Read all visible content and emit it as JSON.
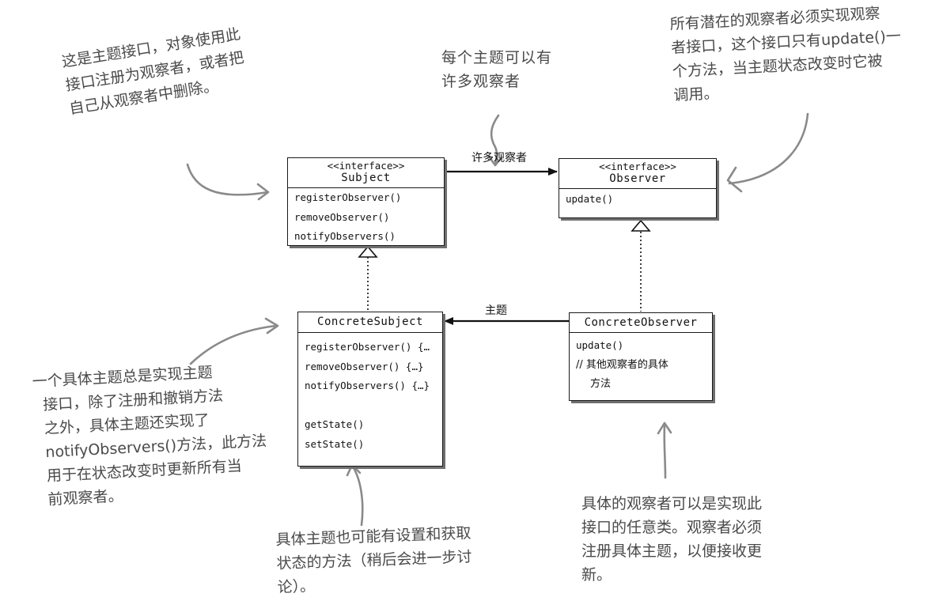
{
  "subject": {
    "stereotype": "<<interface>>",
    "name": "Subject",
    "methods": [
      "registerObserver()",
      "removeObserver()",
      "notifyObservers()"
    ]
  },
  "observer": {
    "stereotype": "<<interface>>",
    "name": "Observer",
    "methods": [
      "update()"
    ]
  },
  "concrete_subject": {
    "name": "ConcreteSubject",
    "methods": [
      "registerObserver() {…",
      "removeObserver() {…}",
      "notifyObservers() {…}",
      "getState()",
      "setState()"
    ]
  },
  "concrete_observer": {
    "name": "ConcreteObserver",
    "method": "update()",
    "comment_line1": "// 其他观察者的具体",
    "comment_line2": "方法"
  },
  "relations": {
    "subject_to_observer": "许多观察者",
    "observer_to_subject": "主题"
  },
  "notes": {
    "subject_interface": [
      "这是主题接口，对象使用此",
      "接口注册为观察者，或者把",
      "自己从观察者中删除。"
    ],
    "many_observers": [
      "每个主题可以有",
      "许多观察者"
    ],
    "observer_interface": [
      "所有潜在的观察者必须实现观察",
      "者接口，这个接口只有update()一",
      "个方法，当主题状态改变时它被",
      "调用。"
    ],
    "concrete_subject": [
      "一个具体主题总是实现主题",
      "接口，除了注册和撤销方法",
      "之外，具体主题还实现了",
      "notifyObservers()方法，此方法",
      "用于在状态改变时更新所有当",
      "前观察者。"
    ],
    "get_set_state": [
      "具体主题也可能有设置和获取",
      "状态的方法（稍后会进一步讨",
      "论）。"
    ],
    "concrete_observer": [
      "具体的观察者可以是实现此",
      "接口的任意类。观察者必须",
      "注册具体主题，以便接收更",
      "新。"
    ]
  }
}
